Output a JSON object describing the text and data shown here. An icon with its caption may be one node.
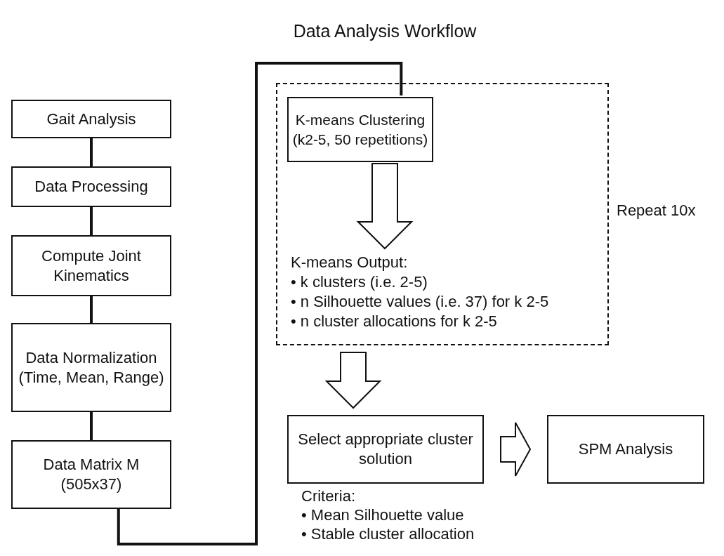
{
  "diagram": {
    "title": "Data Analysis Workflow",
    "nodes": [
      {
        "text": [
          "Gait Analysis"
        ]
      },
      {
        "text": [
          "Data Processing"
        ]
      },
      {
        "text": [
          "Compute Joint Kinematics"
        ]
      },
      {
        "text": [
          "Data Normalization",
          "(Time, Mean, Range)"
        ]
      },
      {
        "text": [
          "Data Matrix M",
          "(505x37)"
        ]
      },
      {
        "text": [],
        "shape": "box",
        "beside": [
          "Repeat 10x"
        ]
      },
      {
        "text": [
          "K-means Clustering",
          "(k2-5, 50 repetitions)"
        ],
        "in": 5
      },
      {
        "text": [
          "K-means Output:",
          "• k clusters (i.e. 2-5)",
          "• n Silhouette values (i.e. 37) for k 2-5",
          "• n cluster allocations for k 2-5"
        ],
        "in": 5
      },
      {
        "text": [
          "Select appropriate cluster solution"
        ],
        "beside": [
          "Criteria:",
          "• Mean Silhouette value",
          "• Stable cluster allocation"
        ]
      },
      {
        "text": [
          "SPM Analysis"
        ]
      }
    ],
    "edges": [
      {
        "from": 0,
        "to": 1,
        "arrow": "none"
      },
      {
        "from": 1,
        "to": 2,
        "arrow": "none"
      },
      {
        "from": 2,
        "to": 3,
        "arrow": "none"
      },
      {
        "from": 3,
        "to": 4,
        "arrow": "none"
      },
      {
        "from": 4,
        "to": 6,
        "arrow": "none"
      },
      {
        "from": 6,
        "to": 7,
        "arrow": "to"
      },
      {
        "from": 5,
        "to": 8,
        "arrow": "to"
      },
      {
        "from": 8,
        "to": 9,
        "arrow": "to"
      }
    ]
  }
}
